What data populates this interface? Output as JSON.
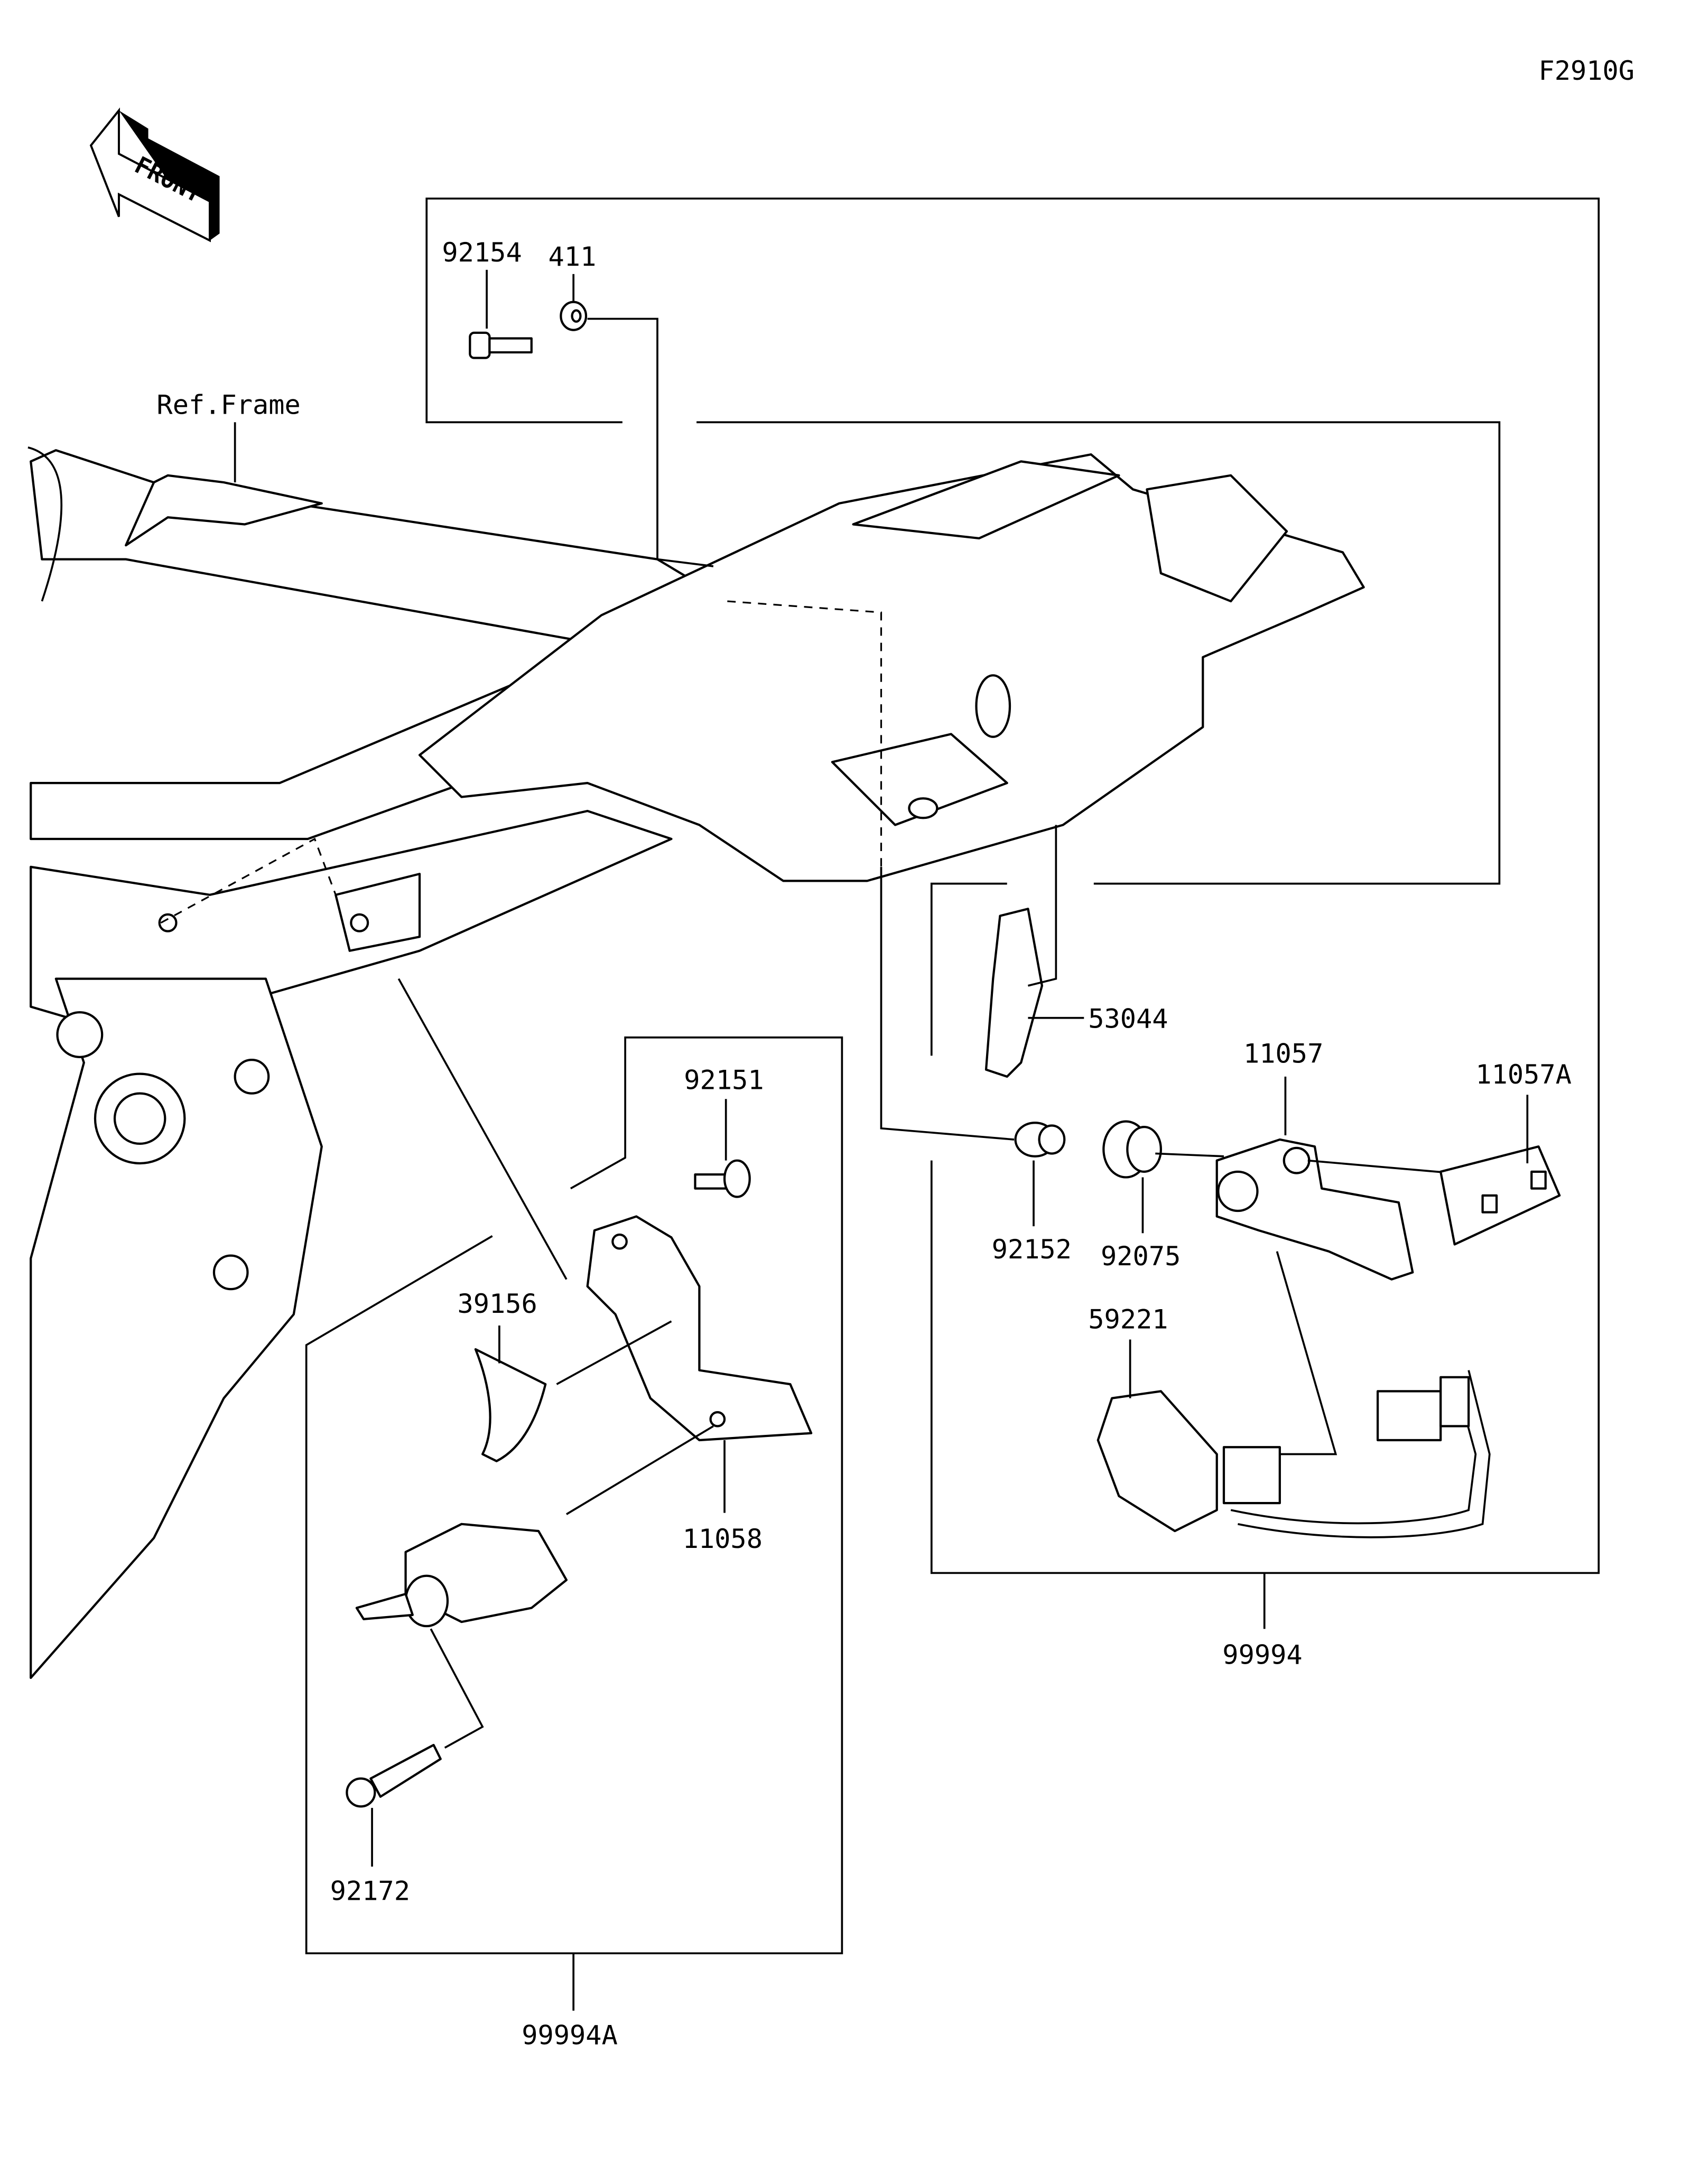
{
  "diagram_code": "F2910G",
  "front_indicator": "FRONT",
  "reference_label": "Ref.Frame",
  "parts": {
    "p92154": "92154",
    "p411": "411",
    "p53044": "53044",
    "p11057": "11057",
    "p11057A": "11057A",
    "p92152": "92152",
    "p92075": "92075",
    "p59221": "59221",
    "p99994": "99994",
    "p92151": "92151",
    "p39156": "39156",
    "p11058": "11058",
    "p92172": "92172",
    "p99994A": "99994A"
  },
  "colors": {
    "line": "#000000",
    "background": "#ffffff"
  }
}
